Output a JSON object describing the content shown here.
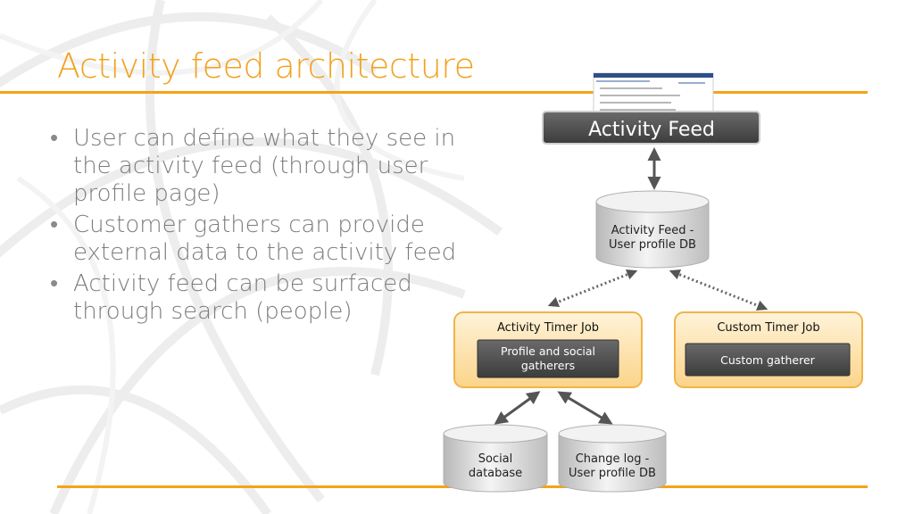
{
  "slide": {
    "title": "Activity feed architecture",
    "bullets": [
      "User can define what they see in the activity feed (through user profile page)",
      "Customer gathers can provide external data to the activity feed",
      "Activity feed can be surfaced through search (people)"
    ]
  },
  "diagram": {
    "activity_feed": "Activity Feed",
    "feed_db": [
      "Activity Feed -",
      "User profile DB"
    ],
    "activity_timer_job": {
      "title": "Activity Timer Job",
      "inner": [
        "Profile and social",
        "gatherers"
      ]
    },
    "custom_timer_job": {
      "title": "Custom Timer Job",
      "inner": "Custom gatherer"
    },
    "social_db": [
      "Social",
      "database"
    ],
    "changelog_db": [
      "Change log -",
      "User profile DB"
    ]
  },
  "colors": {
    "accent": "#f5a316",
    "title": "#f2a21d",
    "body_text": "#7c7c7c",
    "box_dark": "#4a4a4a",
    "box_orange_fill": "#fde3b0"
  }
}
